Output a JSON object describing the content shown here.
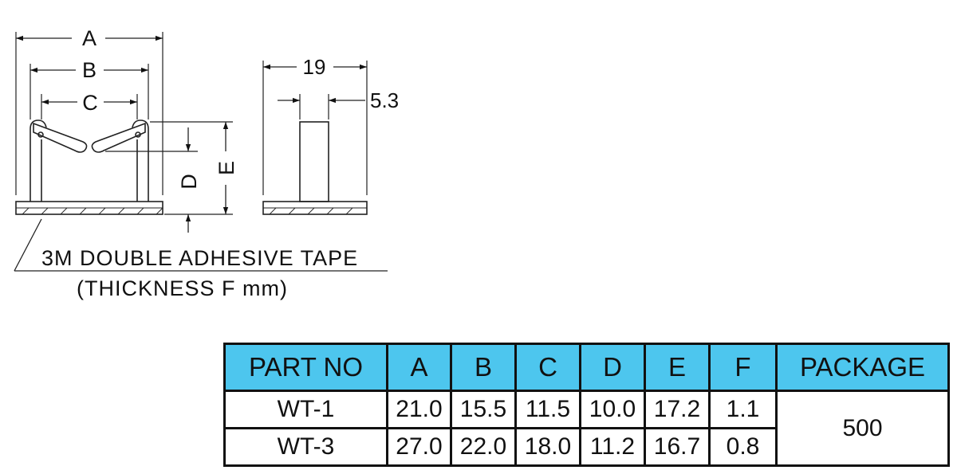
{
  "drawing": {
    "labels": {
      "a": "A",
      "b": "B",
      "c": "C",
      "d": "D",
      "e": "E"
    },
    "side_width": "19",
    "side_slot": "5.3",
    "tape_note_line1": "3M DOUBLE ADHESIVE TAPE",
    "tape_note_line2": "(THICKNESS F mm)"
  },
  "table": {
    "header_color": "#4dc6ee",
    "columns": [
      "PART NO",
      "A",
      "B",
      "C",
      "D",
      "E",
      "F",
      "PACKAGE"
    ],
    "rows": [
      {
        "part": "WT-1",
        "a": "21.0",
        "b": "15.5",
        "c": "11.5",
        "d": "10.0",
        "e": "17.2",
        "f": "1.1"
      },
      {
        "part": "WT-3",
        "a": "27.0",
        "b": "22.0",
        "c": "18.0",
        "d": "11.2",
        "e": "16.7",
        "f": "0.8"
      }
    ],
    "package": "500"
  }
}
